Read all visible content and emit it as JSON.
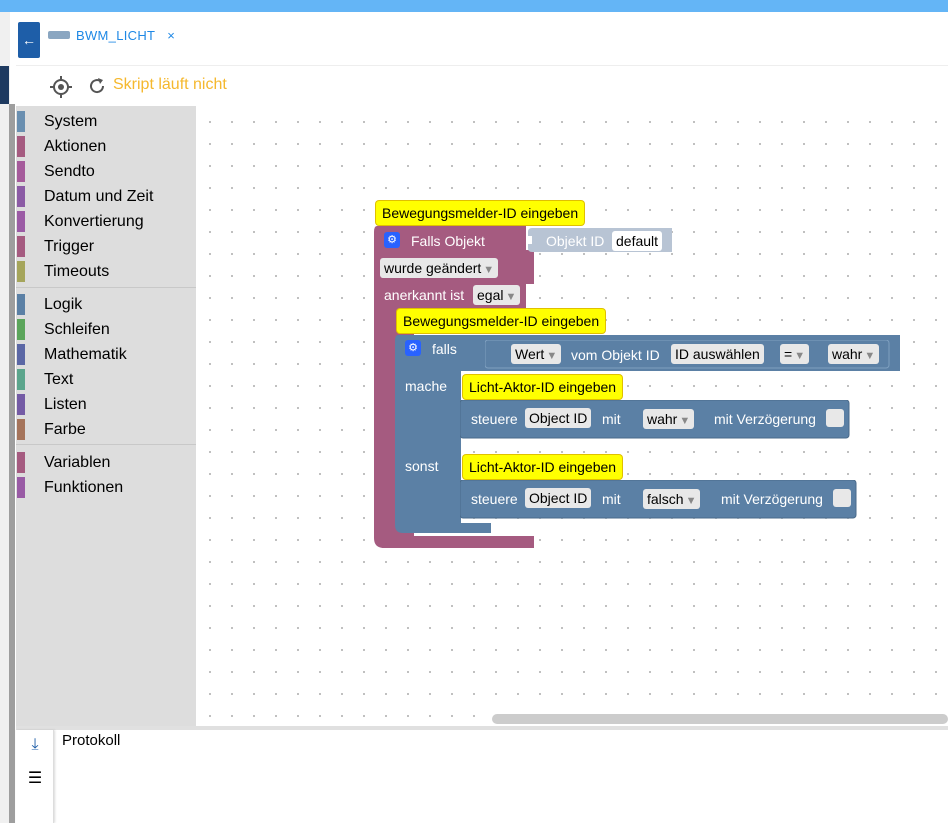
{
  "tab": {
    "label": "BWM_LICHT",
    "close": "×"
  },
  "toolbar": {
    "status": "Skript läuft nicht"
  },
  "toolbox": {
    "group1": [
      {
        "label": "System",
        "color": "#6a8fb0"
      },
      {
        "label": "Aktionen",
        "color": "#a55b80"
      },
      {
        "label": "Sendto",
        "color": "#a55b9b"
      },
      {
        "label": "Datum und Zeit",
        "color": "#8b5ba5"
      },
      {
        "label": "Konvertierung",
        "color": "#9b5ba5"
      },
      {
        "label": "Trigger",
        "color": "#a55b80"
      },
      {
        "label": "Timeouts",
        "color": "#a5a55b"
      }
    ],
    "group2": [
      {
        "label": "Logik",
        "color": "#5b80a5"
      },
      {
        "label": "Schleifen",
        "color": "#5ba55b"
      },
      {
        "label": "Mathematik",
        "color": "#5b67a5"
      },
      {
        "label": "Text",
        "color": "#5ba58c"
      },
      {
        "label": "Listen",
        "color": "#745ba5"
      },
      {
        "label": "Farbe",
        "color": "#a5745b"
      }
    ],
    "group3": [
      {
        "label": "Variablen",
        "color": "#a55b80"
      },
      {
        "label": "Funktionen",
        "color": "#995ba5"
      }
    ]
  },
  "blocks": {
    "comment_bwm1": "Bewegungsmelder-ID eingeben",
    "trigger_falls_objekt": "Falls Objekt",
    "objekt_id_label": "Objekt ID",
    "objekt_id_value": "default",
    "wurde_geaendert": "wurde geändert",
    "anerkannt_ist": "anerkannt ist",
    "egal": "egal",
    "comment_bwm2": "Bewegungsmelder-ID eingeben",
    "if_falls": "falls",
    "wert": "Wert",
    "vom_objekt_id": "vom Objekt ID",
    "id_auswaehlen": "ID auswählen",
    "eq": "=",
    "wahr": "wahr",
    "mache": "mache",
    "sonst": "sonst",
    "comment_licht1": "Licht-Aktor-ID eingeben",
    "comment_licht2": "Licht-Aktor-ID eingeben",
    "steuere": "steuere",
    "object_id": "Object ID",
    "mit": "mit",
    "wahr2": "wahr",
    "falsch": "falsch",
    "mit_verzoegerung": "mit Verzögerung"
  },
  "log": {
    "title": "Protokoll"
  },
  "colors": {
    "trigger": "#a55b80",
    "logic": "#5b80a5",
    "comment": "#ffff00",
    "accent": "#1e88e5",
    "status": "#f5b82e"
  }
}
